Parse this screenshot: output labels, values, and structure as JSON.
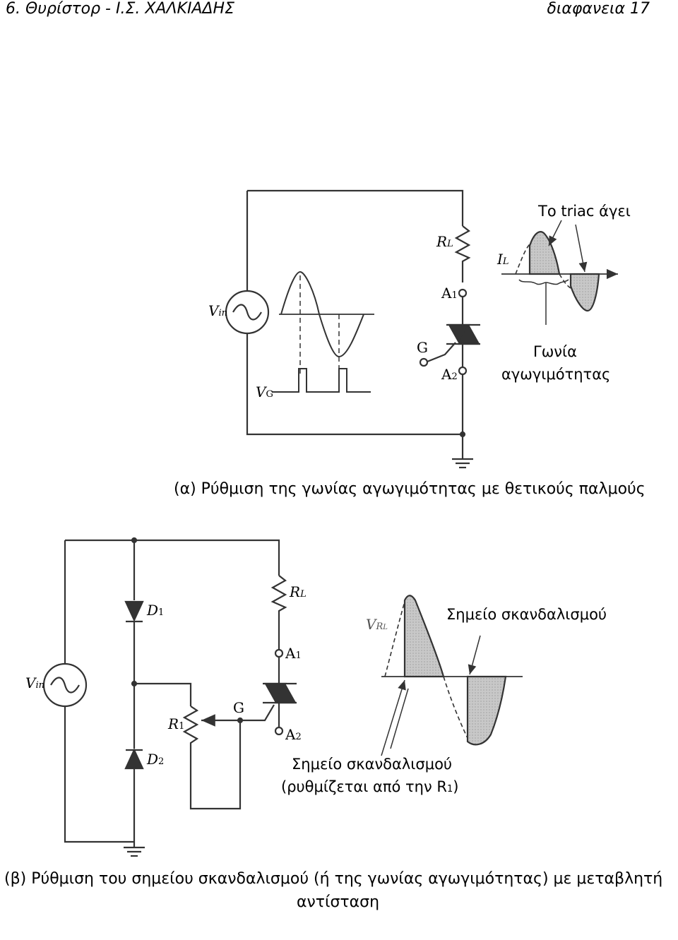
{
  "header": {
    "left": "6. Θυρίστορ - Ι.Σ. ΧΑΛΚΙΑΔΗΣ",
    "right": "διαφανεια 17"
  },
  "diagram_a": {
    "annotation_conducts": "Το triac άγει",
    "annotation_angle_line1": "Γωνία",
    "annotation_angle_line2": "αγωγιμότητας",
    "caption": "(α) Ρύθμιση της γωνίας αγωγιμότητας με θετικούς παλμούς",
    "symbols": {
      "vin": "V",
      "vin_sub": "in",
      "vg": "V",
      "vg_sub": "G",
      "rl": "R",
      "rl_sub": "L",
      "il": "I",
      "il_sub": "L",
      "a1": "A",
      "a1_sub": "1",
      "a2": "A",
      "a2_sub": "2",
      "g": "G"
    }
  },
  "diagram_b": {
    "annotation_trigger_top": "Σημείο σκανδαλισμού",
    "annotation_trigger_bottom_line1": "Σημείο σκανδαλισμού",
    "annotation_trigger_bottom_line2": "(ρυθμίζεται από την R",
    "annotation_trigger_bottom_sub": "1",
    "annotation_trigger_bottom_close": ")",
    "caption_line1": "(β) Ρύθμιση του σημείου σκανδαλισμού (ή της γωνίας αγωγιμότητας) με μεταβλητή",
    "caption_line2": "αντίσταση",
    "symbols": {
      "vin": "V",
      "vin_sub": "in",
      "d1": "D",
      "d1_sub": "1",
      "d2": "D",
      "d2_sub": "2",
      "rl": "R",
      "rl_sub": "L",
      "r1": "R",
      "r1_sub": "1",
      "a1": "A",
      "a1_sub": "1",
      "a2": "A",
      "a2_sub": "2",
      "g": "G",
      "vrl": "V",
      "vrl_sub": "R",
      "vrl_subsub": "L"
    }
  }
}
